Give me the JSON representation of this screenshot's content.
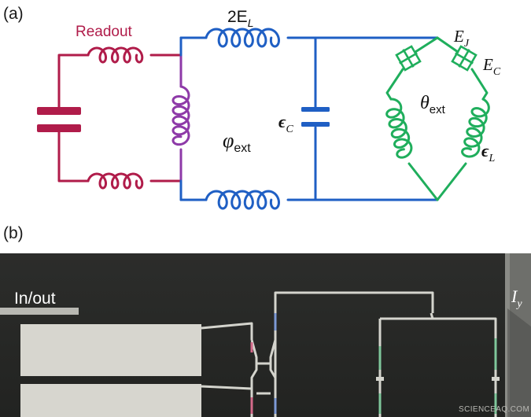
{
  "panel_a": {
    "label": "(a)",
    "readout_label": "Readout",
    "inductor_label_main": "2E",
    "inductor_label_sub": "L",
    "ej_main": "E",
    "ej_sub": "J",
    "ec_main": "E",
    "ec_sub": "C",
    "theta_main": "θ",
    "theta_sub": "ext",
    "phi_main": "φ",
    "phi_sub": "ext",
    "eps_c_main": "ϵ",
    "eps_c_sub": "C",
    "eps_l_main": "ϵ",
    "eps_l_sub": "L"
  },
  "panel_b": {
    "label": "(b)",
    "in_out_label": "In/out",
    "iy_main": "I",
    "iy_sub": "y",
    "watermark": "SCIENCEAQ.COM"
  },
  "colors": {
    "readout": "#b01c4a",
    "coupler": "#8e3aa8",
    "fluxonium": "#1f5fc4",
    "array": "#1fae5c"
  }
}
